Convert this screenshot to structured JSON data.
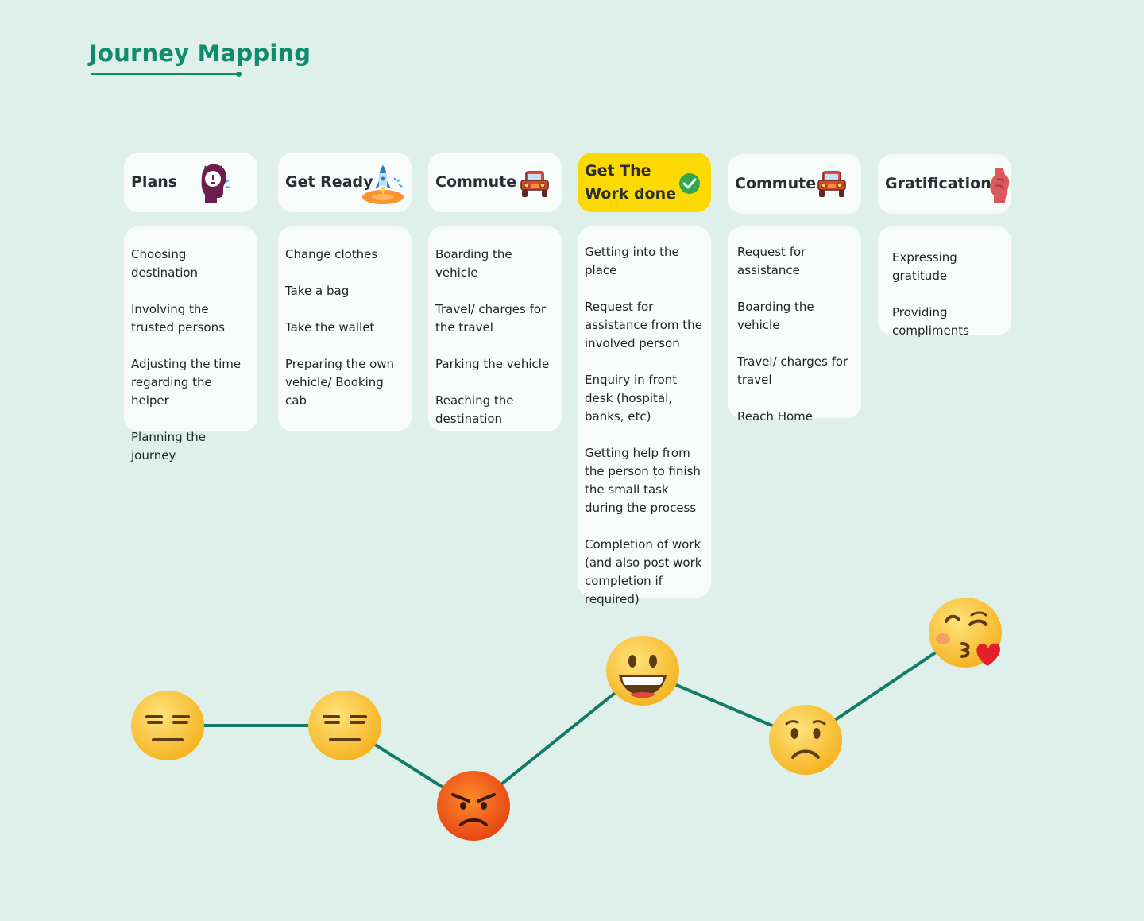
{
  "title": "Journey Mapping",
  "colors": {
    "accent": "#0e8c6b",
    "background": "#dff0eb",
    "card": "#f7fbfa",
    "highlight": "#fcd900",
    "emoji_yellow": "#fbc531",
    "emoji_angry": "#f25a1e"
  },
  "stages": [
    {
      "label": "Plans",
      "icon": "thinking-head-icon",
      "tasks": [
        "Choosing destination",
        "Involving the trusted persons",
        "Adjusting the time regarding the helper",
        "Planning the journey"
      ],
      "emotion": "expressionless-face-icon"
    },
    {
      "label": "Get Ready",
      "icon": "rocket-launch-icon",
      "tasks": [
        "Change clothes",
        "Take a bag",
        "Take the wallet",
        "Preparing the own vehicle/ Booking cab"
      ],
      "emotion": "expressionless-face-icon"
    },
    {
      "label": "Commute",
      "icon": "car-icon",
      "tasks": [
        "Boarding the vehicle",
        "Travel/ charges for the travel",
        "Parking the vehicle",
        "Reaching the destination"
      ],
      "emotion": "angry-face-icon"
    },
    {
      "label_line1": "Get The",
      "label_line2": "Work done",
      "icon": "checkmark-icon",
      "highlighted": true,
      "tasks": [
        "Getting into the place",
        "Request for assistance from the involved person",
        "Enquiry in front desk (hospital, banks, etc)",
        "Getting help from the person to finish the small task during the process",
        "Completion of work (and also post work completion if required)"
      ],
      "emotion": "grinning-face-icon"
    },
    {
      "label": "Commute",
      "icon": "car-icon",
      "tasks": [
        "Request for assistance",
        "Boarding the vehicle",
        "Travel/ charges for travel",
        "Reach Home"
      ],
      "emotion": "frowning-face-icon"
    },
    {
      "label": "Gratification",
      "icon": "gratitude-hand-icon",
      "tasks": [
        "Expressing gratitude",
        "Providing compliments"
      ],
      "emotion": "kissing-face-heart-icon"
    }
  ]
}
